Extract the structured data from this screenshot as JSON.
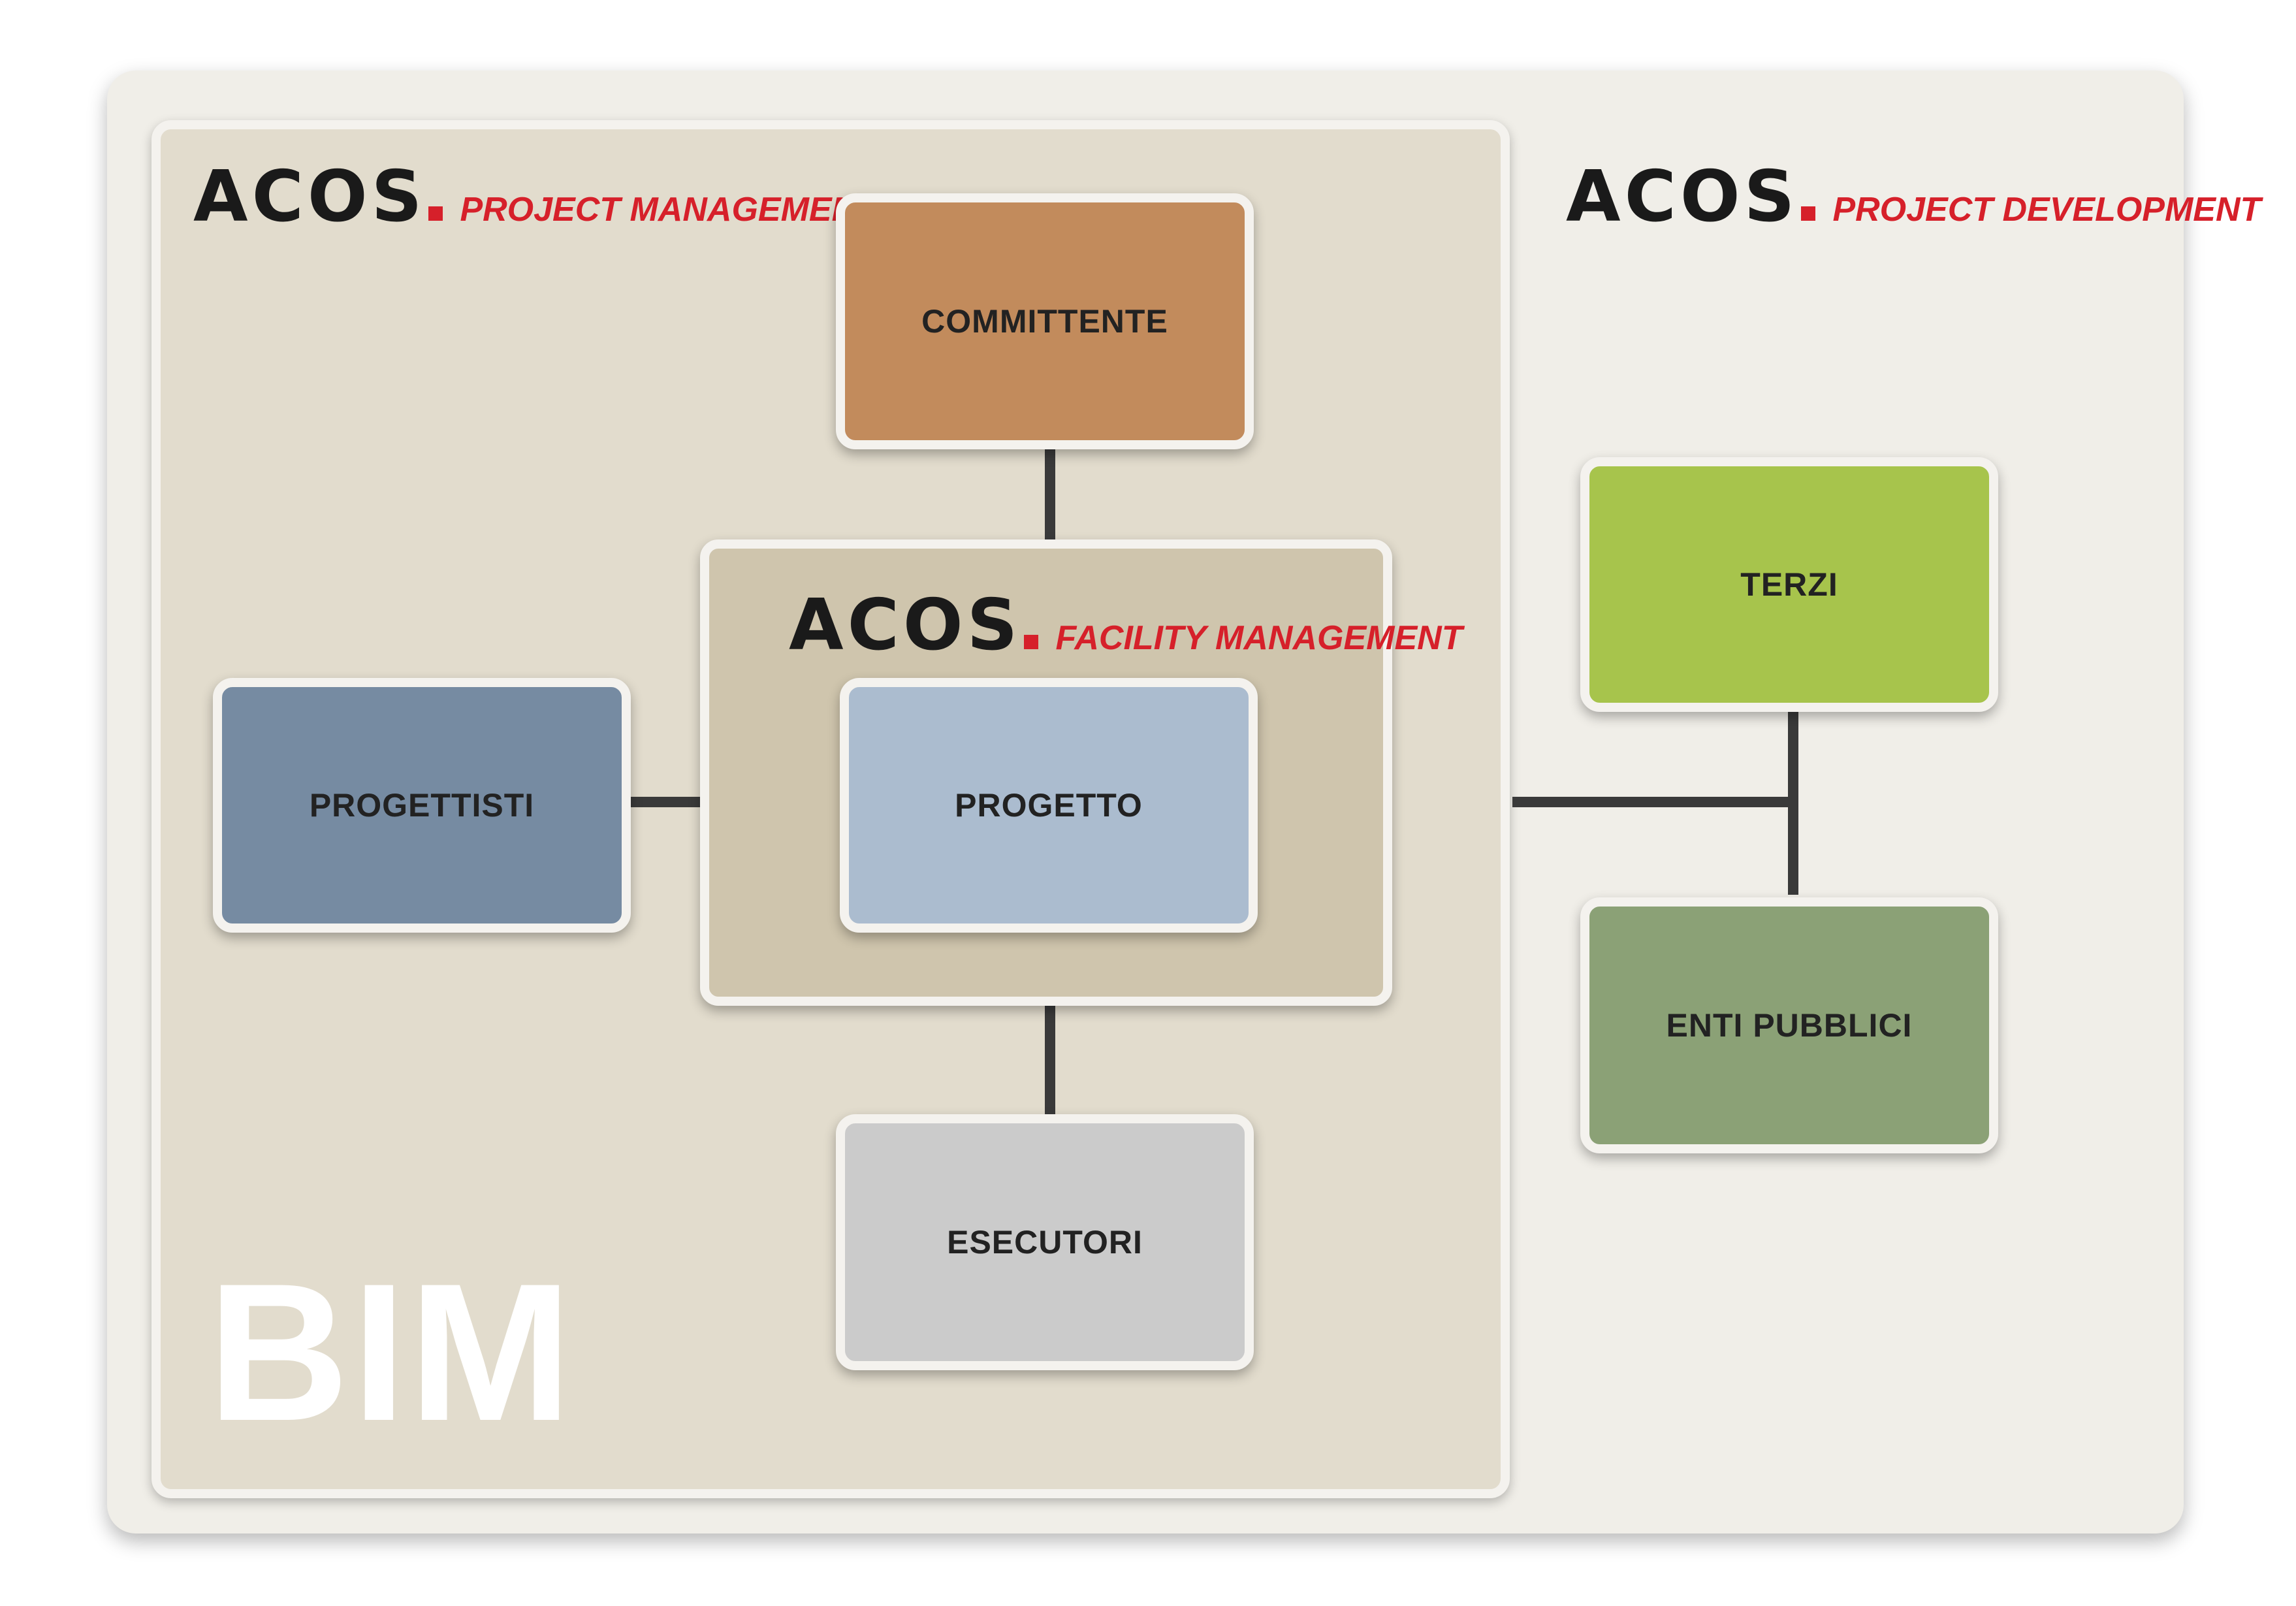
{
  "brand_name": "ACOS",
  "brands": {
    "project_management": "PROJECT MANAGEMENT",
    "project_development": "PROJECT DEVELOPMENT",
    "facility_management": "FACILITY MANAGEMENT"
  },
  "nodes": {
    "committente": "COMMITTENTE",
    "progettisti": "PROGETTISTI",
    "progetto": "PROGETTO",
    "esecutori": "ESECUTORI",
    "terzi": "TERZI",
    "enti_pubblici": "ENTI PUBBLICI"
  },
  "bim_label": "BIM",
  "colors": {
    "accent_red": "#d6202a",
    "committente": "#c28b5c",
    "progettisti": "#768ba2",
    "progetto": "#abbccf",
    "esecutori": "#cbcbcb",
    "terzi": "#a7c44c",
    "enti_pubblici": "#8ba176",
    "bim_panel": "#e2dccd",
    "facility_panel": "#cfc5ad",
    "outer_panel": "#f0eee8"
  }
}
